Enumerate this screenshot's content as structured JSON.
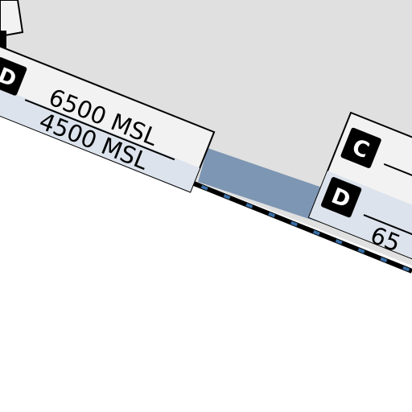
{
  "map": {
    "colors": {
      "restricted_area": "#e0e0e0",
      "boundary_fill": "#7d96b3",
      "boundary_dash": "#3a6ea5",
      "boundary_line": "#000000",
      "label_fill": "#f2f2f2",
      "label_border": "#000000"
    },
    "label_left": {
      "partial_letter": "",
      "class_letter": "D",
      "upper_altitude": "6500 MSL",
      "lower_altitude": "4500 MSL"
    },
    "label_right": {
      "class_letter_top": "C",
      "class_letter_bottom": "D",
      "altitude_partial": "65"
    }
  }
}
